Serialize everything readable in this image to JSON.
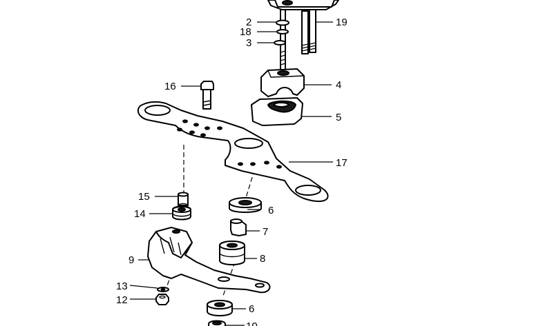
{
  "callouts": {
    "c19": "19",
    "c2": "2",
    "c18": "18",
    "c3": "3",
    "c4": "4",
    "c16": "16",
    "c5": "5",
    "c17": "17",
    "c15": "15",
    "c6a": "6",
    "c14": "14",
    "c7": "7",
    "c8": "8",
    "c9": "9",
    "c13": "13",
    "c12": "12",
    "c6b": "6",
    "c10": "10"
  }
}
